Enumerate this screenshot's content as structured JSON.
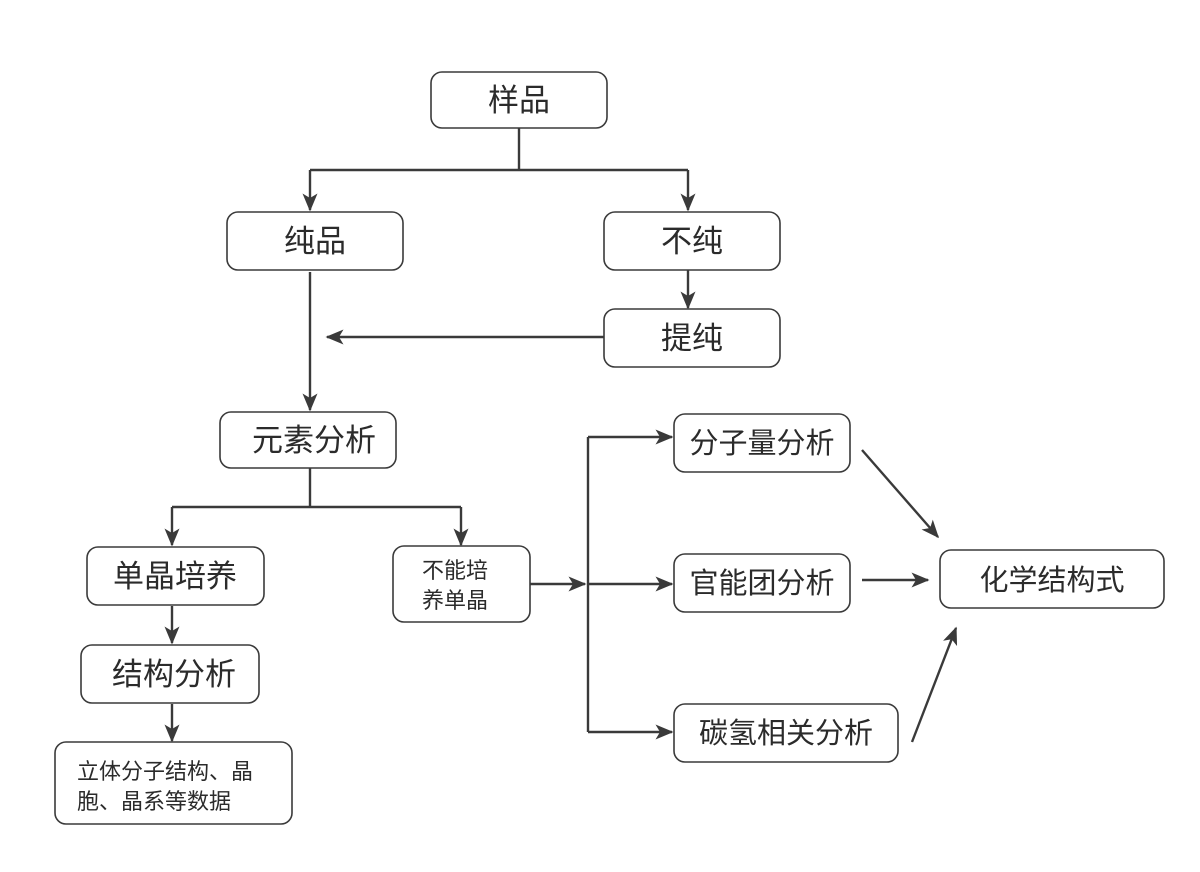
{
  "diagram": {
    "nodes": {
      "sample": "样品",
      "pure": "纯品",
      "impure": "不纯",
      "purify": "提纯",
      "elemental": "元素分析",
      "single_crystal": "单晶培养",
      "no_crystal_line1": "不能培",
      "no_crystal_line2": "养单晶",
      "structure_analysis": "结构分析",
      "result_line1": "立体分子结构、晶",
      "result_line2": "胞、晶系等数据",
      "molecular_weight": "分子量分析",
      "functional_group": "官能团分析",
      "ch_correlation": "碳氢相关分析",
      "chemical_structure": "化学结构式"
    }
  }
}
